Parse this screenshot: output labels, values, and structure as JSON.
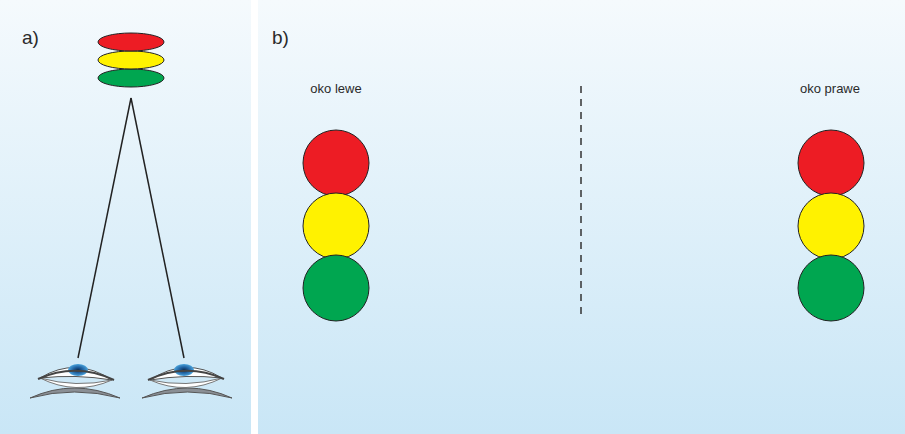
{
  "diagram": {
    "labels": [
      "a)",
      "b)",
      "oko lewe",
      "oko prawe"
    ]
  }
}
